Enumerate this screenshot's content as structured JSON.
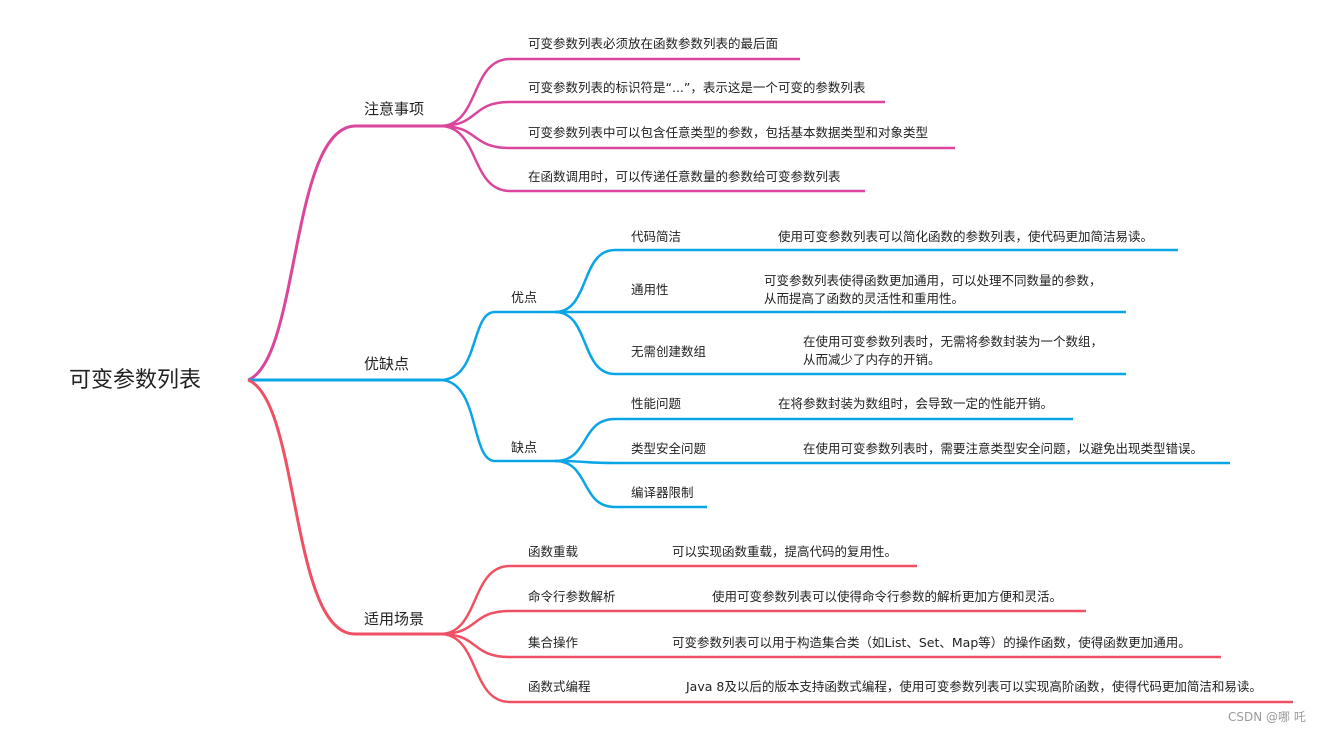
{
  "root": "可变参数列表",
  "watermark": "CSDN @哪 吒",
  "colors": {
    "pink": "#d9469b",
    "blue": "#0aa5e6",
    "red": "#ef5064"
  },
  "notes": {
    "title": "注意事项",
    "items": [
      "可变参数列表必须放在函数参数列表的最后面",
      "可变参数列表的标识符是“...”，表示这是一个可变的参数列表",
      "可变参数列表中可以包含任意类型的参数，包括基本数据类型和对象类型",
      "在函数调用时，可以传递任意数量的参数给可变参数列表"
    ]
  },
  "proscons": {
    "title": "优缺点",
    "pros": {
      "title": "优点",
      "items": [
        {
          "name": "代码简洁",
          "desc": "使用可变参数列表可以简化函数的参数列表，使代码更加简洁易读。"
        },
        {
          "name": "通用性",
          "desc1": "可变参数列表使得函数更加通用，可以处理不同数量的参数，",
          "desc2": "从而提高了函数的灵活性和重用性。"
        },
        {
          "name": "无需创建数组",
          "desc1": "在使用可变参数列表时，无需将参数封装为一个数组，",
          "desc2": "从而减少了内存的开销。"
        }
      ]
    },
    "cons": {
      "title": "缺点",
      "items": [
        {
          "name": "性能问题",
          "desc": "在将参数封装为数组时，会导致一定的性能开销。"
        },
        {
          "name": "类型安全问题",
          "desc": "在使用可变参数列表时，需要注意类型安全问题，以避免出现类型错误。"
        },
        {
          "name": "编译器限制"
        }
      ]
    }
  },
  "scenarios": {
    "title": "适用场景",
    "items": [
      {
        "name": "函数重载",
        "desc": "可以实现函数重载，提高代码的复用性。"
      },
      {
        "name": "命令行参数解析",
        "desc": "使用可变参数列表可以使得命令行参数的解析更加方便和灵活。"
      },
      {
        "name": "集合操作",
        "desc": "可变参数列表可以用于构造集合类（如List、Set、Map等）的操作函数，使得函数更加通用。"
      },
      {
        "name": "函数式编程",
        "desc": "Java 8及以后的版本支持函数式编程，使用可变参数列表可以实现高阶函数，使得代码更加简洁和易读。"
      }
    ]
  }
}
